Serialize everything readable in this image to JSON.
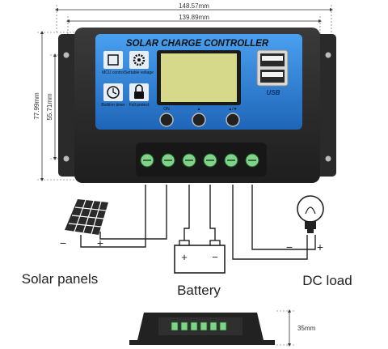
{
  "dimensions": {
    "outer_width": "148.57mm",
    "inner_width": "139.89mm",
    "outer_height": "77.99mm",
    "inner_height": "55.71mm",
    "depth": "35mm"
  },
  "controller": {
    "title": "SOLAR CHARGE CONTROLLER",
    "icons": [
      {
        "name": "chip-icon",
        "label": "MCU control"
      },
      {
        "name": "gear-icon",
        "label": "Settable voltage"
      },
      {
        "name": "clock-icon",
        "label": "Build-in timer"
      },
      {
        "name": "lock-icon",
        "label": "Full protect"
      }
    ],
    "usb_label": "USB",
    "button_labels": [
      "ON",
      "▲",
      "▲/▼"
    ],
    "colors": {
      "body": "#2b2b2b",
      "panel": "#2f7fd0",
      "lcd": "#d6d98a",
      "terminal": "#7fd48a"
    }
  },
  "wiring": {
    "solar_label": "Solar panels",
    "battery_label": "Battery",
    "load_label": "DC load",
    "minus": "−",
    "plus": "+"
  }
}
